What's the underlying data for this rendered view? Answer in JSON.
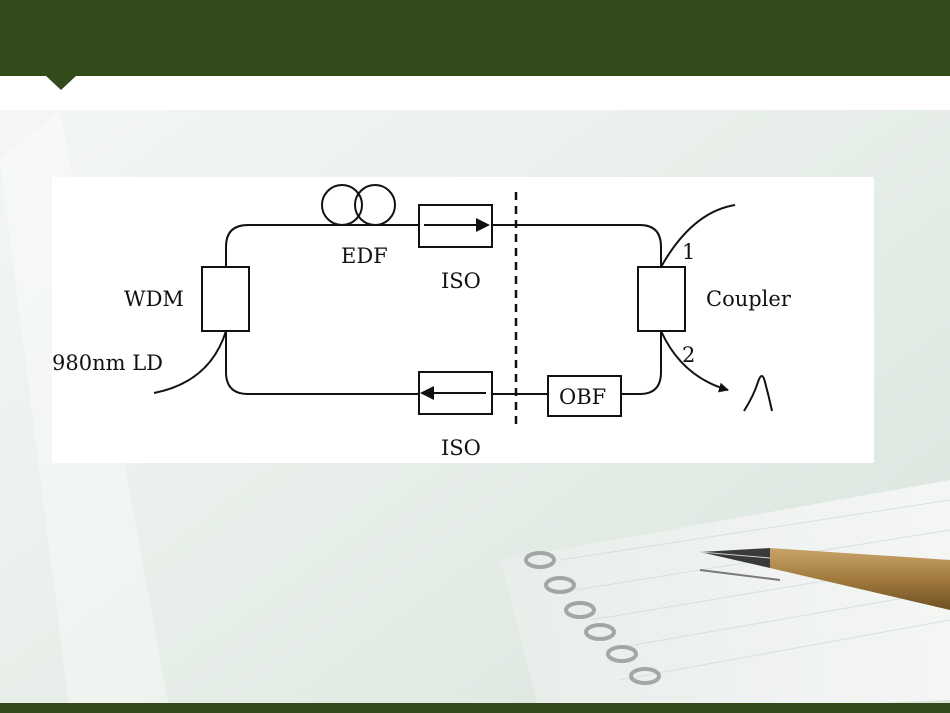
{
  "colors": {
    "header": "#334a1b",
    "diagram_background": "#ffffff",
    "line": "#111111"
  },
  "diagram": {
    "labels": {
      "edf": "EDF",
      "iso_top": "ISO",
      "iso_bottom": "ISO",
      "wdm": "WDM",
      "pump": "980nm LD",
      "coupler": "Coupler",
      "port1": "1",
      "port2": "2",
      "obf": "OBF"
    }
  }
}
